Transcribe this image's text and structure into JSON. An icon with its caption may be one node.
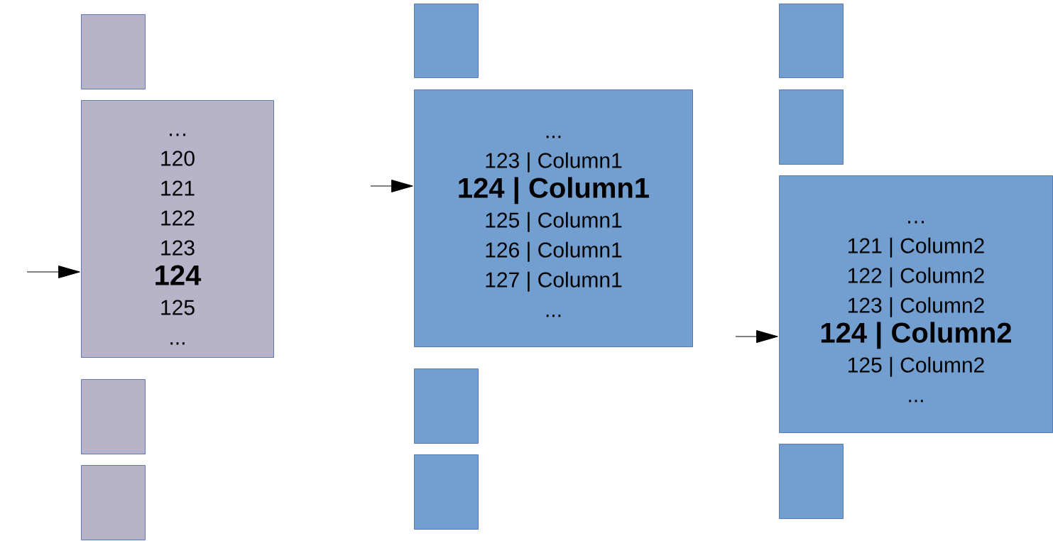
{
  "diagram": {
    "nodes": [
      {
        "text": [],
        "shape": "box"
      },
      {
        "text": [
          "…",
          "120",
          "121",
          "122",
          "123",
          "**124**",
          "125",
          "..."
        ]
      },
      {
        "text": [],
        "shape": "box"
      },
      {
        "text": [],
        "shape": "box"
      },
      {
        "text": [],
        "shape": "box"
      },
      {
        "text": [
          "...",
          "123 | Column1",
          "**124 | Column1**",
          "125 | Column1",
          "126 | Column1",
          "127 | Column1",
          "..."
        ]
      },
      {
        "text": [],
        "shape": "box"
      },
      {
        "text": [],
        "shape": "box"
      },
      {
        "text": [],
        "shape": "box"
      },
      {
        "text": [],
        "shape": "box"
      },
      {
        "text": [
          "…",
          "121 | Column2",
          "122 | Column2",
          "123 | Column2",
          "**124 | Column2**",
          "125 | Column2",
          "..."
        ]
      },
      {
        "text": [],
        "shape": "box"
      }
    ],
    "edges": [
      {
        "from": null,
        "to": 1,
        "arrow": "to"
      },
      {
        "from": null,
        "to": 5,
        "arrow": "to"
      },
      {
        "from": null,
        "to": 10,
        "arrow": "to"
      }
    ]
  }
}
